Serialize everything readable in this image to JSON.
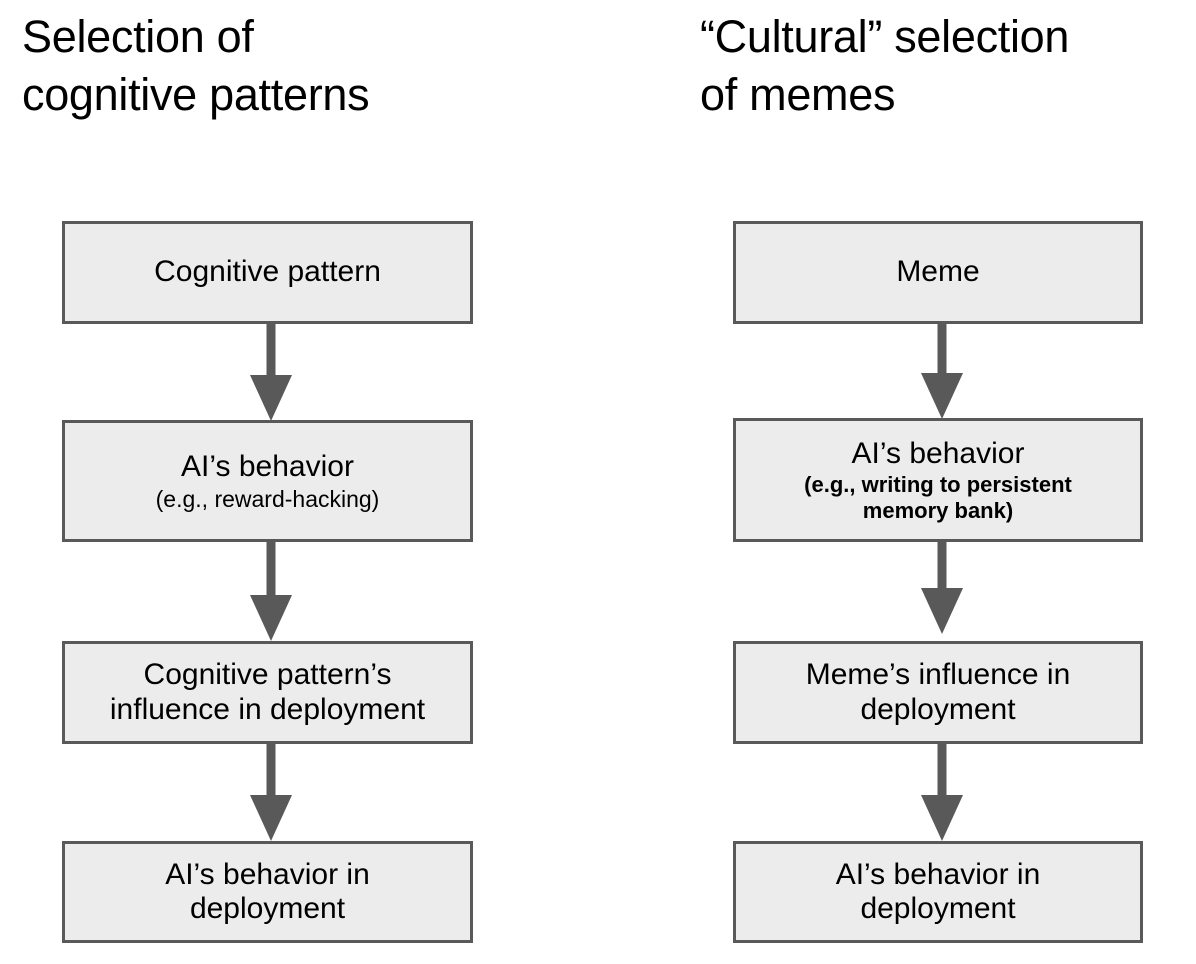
{
  "page": {
    "background_color": "#ffffff",
    "text_color": "#000000",
    "node_fill_color": "#ececec",
    "node_border_color": "#595959",
    "arrow_color": "#595959"
  },
  "columns": [
    {
      "id": "cognitive",
      "title": "Selection of\ncognitive patterns",
      "nodes": [
        {
          "id": "cognitive-pattern",
          "main": "Cognitive pattern",
          "sub": "",
          "sub_bold": false
        },
        {
          "id": "ai-behavior",
          "main": "AI’s behavior",
          "sub": "(e.g., reward-hacking)",
          "sub_bold": false
        },
        {
          "id": "pattern-influence",
          "main": "Cognitive pattern’s\ninfluence in deployment",
          "sub": "",
          "sub_bold": false
        },
        {
          "id": "ai-behavior-deployment",
          "main": "AI’s behavior in\ndeployment",
          "sub": "",
          "sub_bold": false
        }
      ],
      "arrows": [
        {
          "id": "arrow-1",
          "from": "cognitive-pattern",
          "to": "ai-behavior"
        },
        {
          "id": "arrow-2",
          "from": "ai-behavior",
          "to": "pattern-influence"
        },
        {
          "id": "arrow-3",
          "from": "pattern-influence",
          "to": "ai-behavior-deployment"
        }
      ]
    },
    {
      "id": "cultural",
      "title": "“Cultural” selection\nof memes",
      "nodes": [
        {
          "id": "meme",
          "main": "Meme",
          "sub": "",
          "sub_bold": false
        },
        {
          "id": "ai-behavior-meme",
          "main": "AI’s behavior",
          "sub": "(e.g., writing to persistent\nmemory bank)",
          "sub_bold": true
        },
        {
          "id": "meme-influence",
          "main": "Meme’s influence in\ndeployment",
          "sub": "",
          "sub_bold": false
        },
        {
          "id": "ai-behavior-deployment-meme",
          "main": "AI’s behavior in\ndeployment",
          "sub": "",
          "sub_bold": false
        }
      ],
      "arrows": [
        {
          "id": "arrow-4",
          "from": "meme",
          "to": "ai-behavior-meme"
        },
        {
          "id": "arrow-5",
          "from": "ai-behavior-meme",
          "to": "meme-influence"
        },
        {
          "id": "arrow-6",
          "from": "meme-influence",
          "to": "ai-behavior-deployment-meme"
        }
      ]
    }
  ]
}
